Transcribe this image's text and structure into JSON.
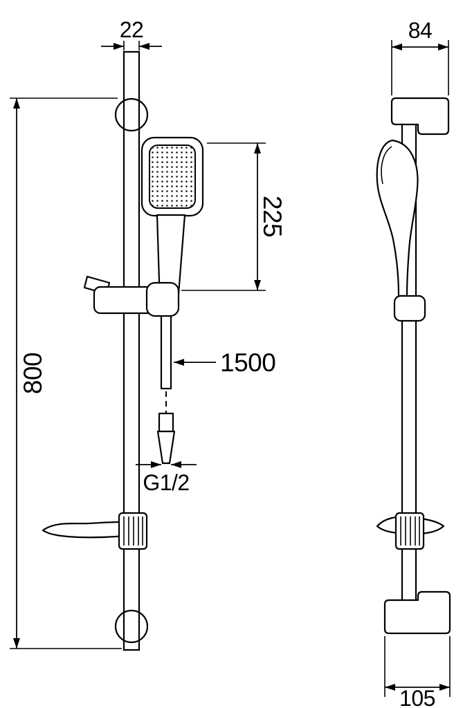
{
  "drawing": {
    "kind": "technical-drawing",
    "colors": {
      "background": "#ffffff",
      "line": "#000000"
    },
    "labels": {
      "rail_width_mm": "22",
      "rail_height_mm": "800",
      "handshower_length_mm": "225",
      "hose_length_mm": "1500",
      "thread": "G1/2",
      "bracket_depth_top_mm": "84",
      "bracket_depth_bottom_mm": "105"
    }
  }
}
